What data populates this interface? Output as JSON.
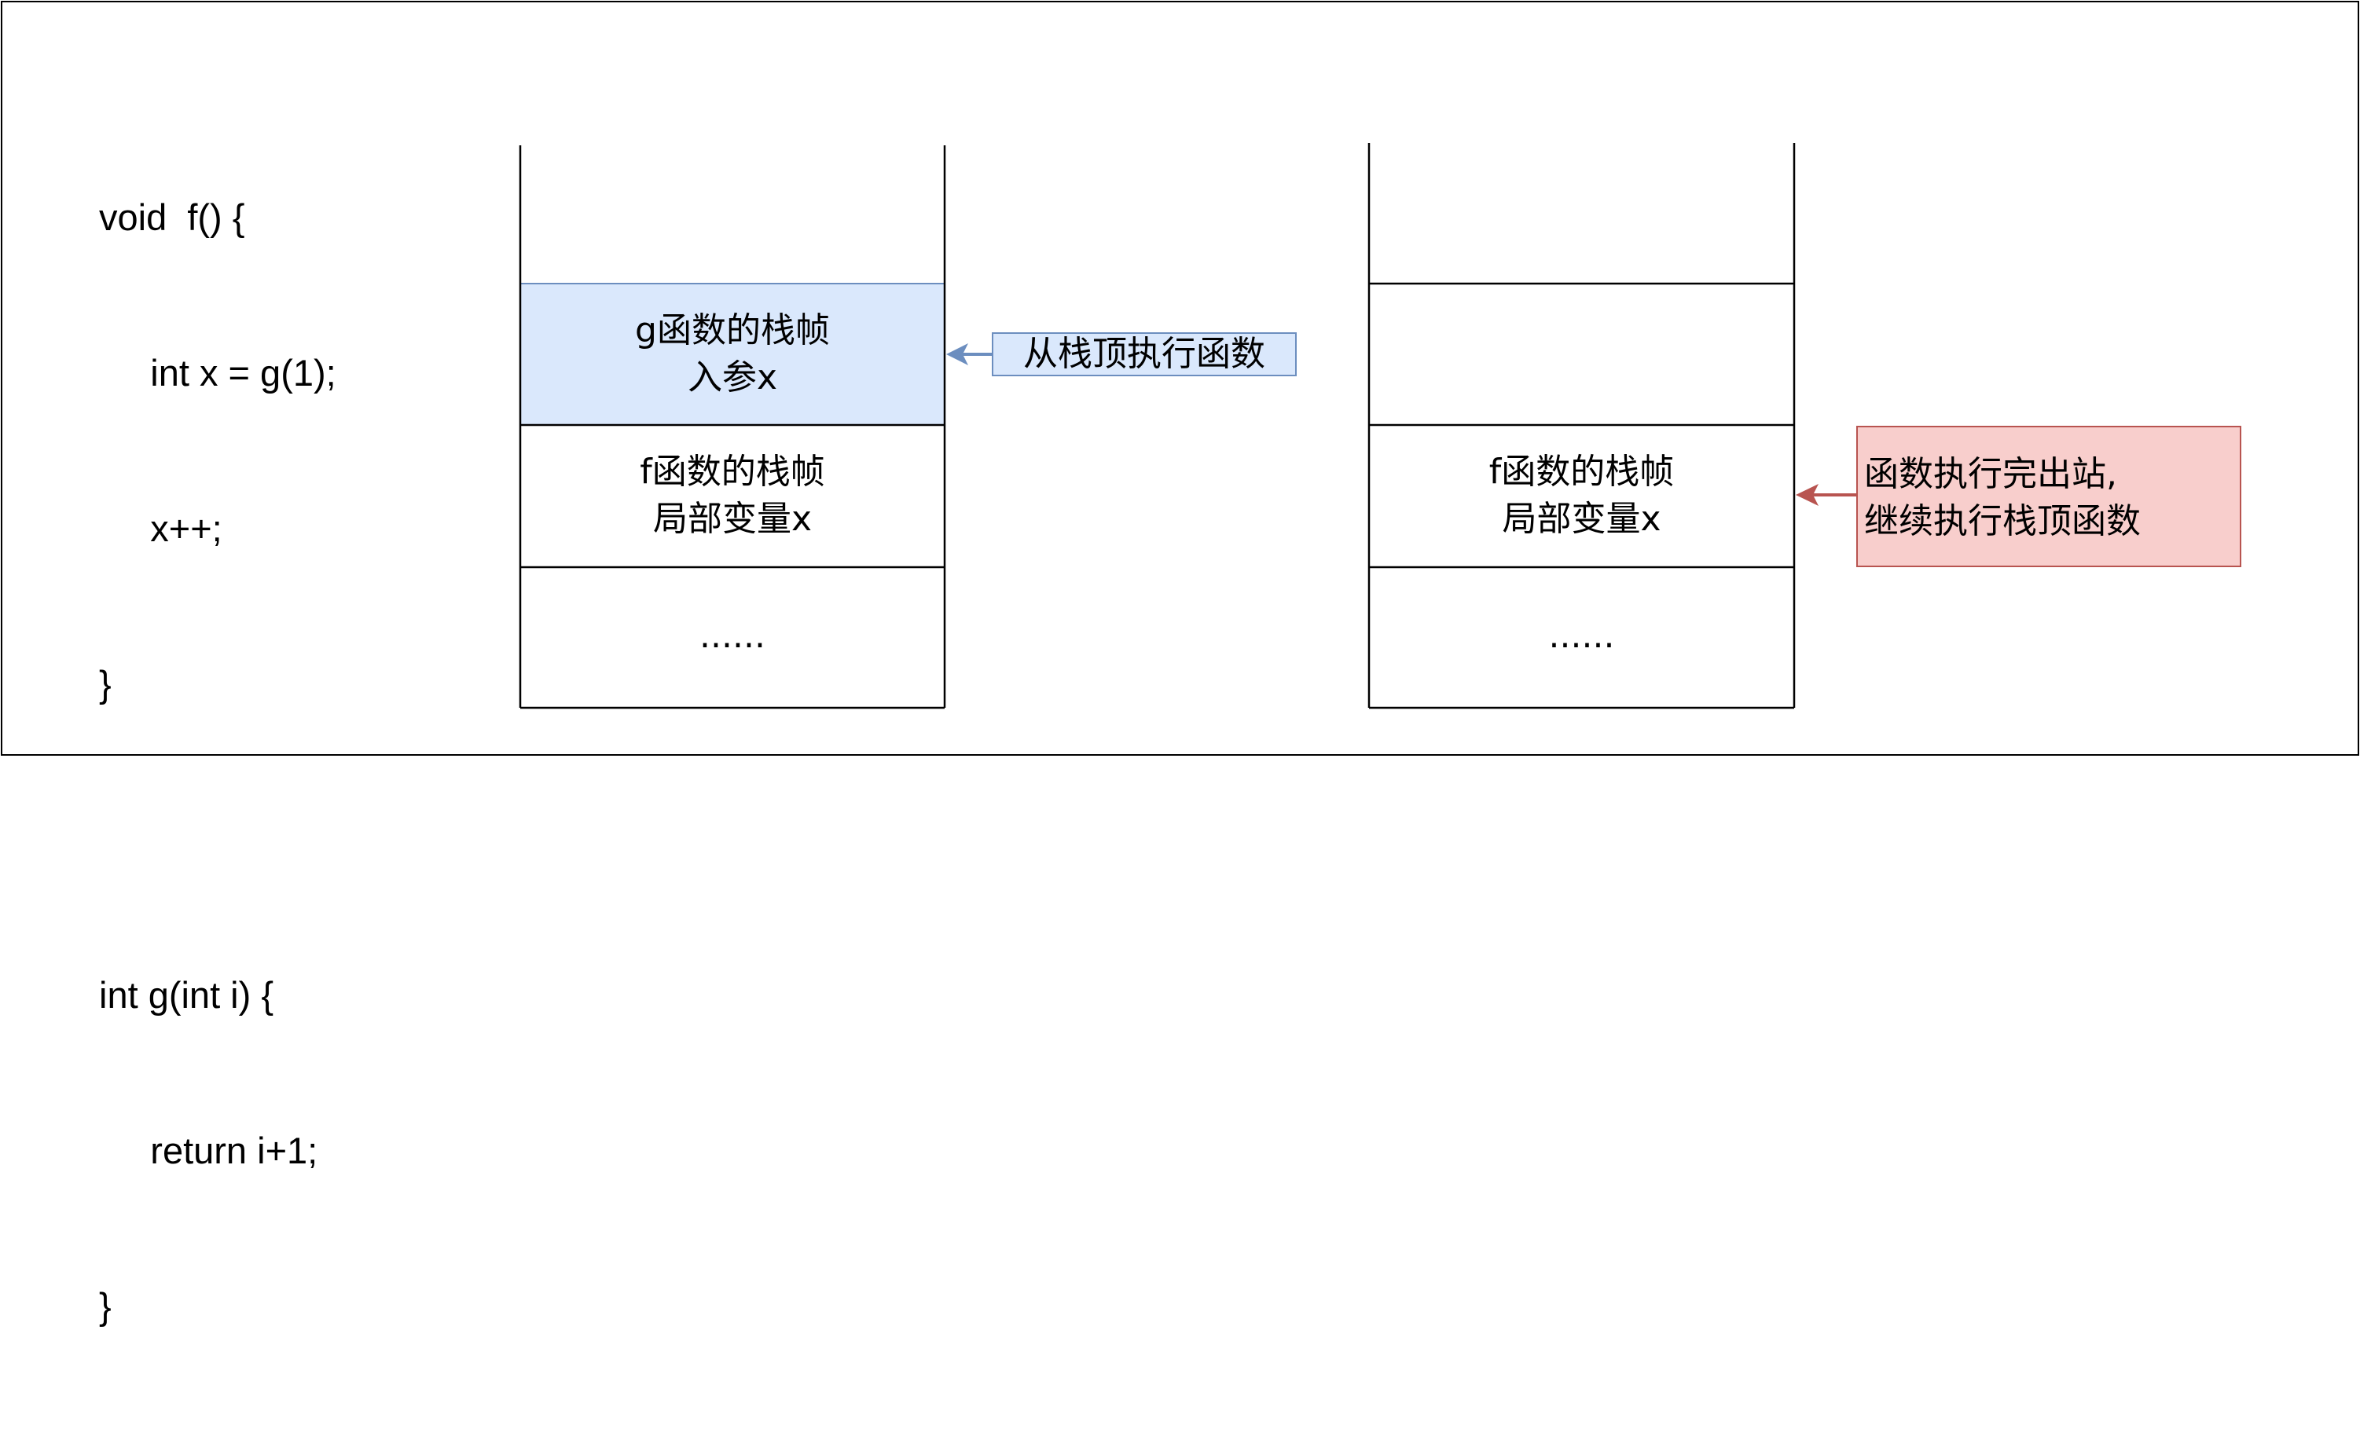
{
  "code": {
    "lines": [
      "void  f() {",
      "     int x = g(1);",
      "     x++;",
      "}",
      "",
      "int g(int i) {",
      "     return i+1;",
      "}"
    ]
  },
  "left_stack": {
    "g_frame": {
      "line1": "g函数的栈帧",
      "line2": "入参x"
    },
    "f_frame": {
      "line1": "f函数的栈帧",
      "line2": "局部变量x"
    },
    "bottom": "......"
  },
  "right_stack": {
    "f_frame": {
      "line1": "f函数的栈帧",
      "line2": "局部变量x"
    },
    "bottom": "......"
  },
  "annotations": {
    "execute_top": "从栈顶执行函数",
    "pop_line1": "函数执行完出站,",
    "pop_line2": "继续执行栈顶函数"
  },
  "colors": {
    "g_frame_fill": "#dae8fc",
    "g_frame_stroke": "#6c8ebf",
    "blue_arrow": "#6c8ebf",
    "red_fill": "#f8cecc",
    "red_stroke": "#b85450"
  }
}
